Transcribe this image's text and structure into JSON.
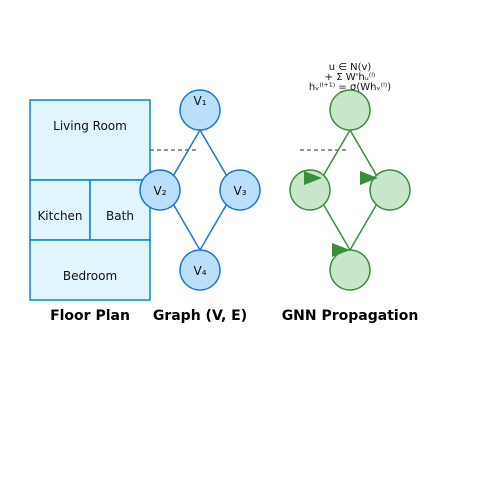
{
  "colors": {
    "room_fill": "#e1f5fe",
    "room_stroke": "#0288d1",
    "graph_node_fill": "#bbdefb",
    "graph_stroke": "#1976d2",
    "gnn_node_fill": "#c8e6c9",
    "gnn_stroke": "#388e3c",
    "dashed_line": "#555555"
  },
  "floor_plan": {
    "caption": "Floor Plan",
    "rooms": {
      "living_room": "Living Room",
      "kitchen": "Kitchen",
      "bath": "Bath",
      "bedroom": "Bedroom"
    }
  },
  "graph": {
    "caption": "Graph (V, E)",
    "nodes": {
      "v1": "V₁",
      "v2": "V₂",
      "v3": "V₃",
      "v4": "V₄"
    }
  },
  "gnn": {
    "caption": "GNN Propagation",
    "formula": {
      "line1": "u ∈ N(v)",
      "line2": "+ Σ W'hᵤ⁽ˡ⁾",
      "line3": "hᵥ⁽ˡ⁺¹⁾ = σ(Whᵥ⁽ˡ⁾)"
    }
  }
}
